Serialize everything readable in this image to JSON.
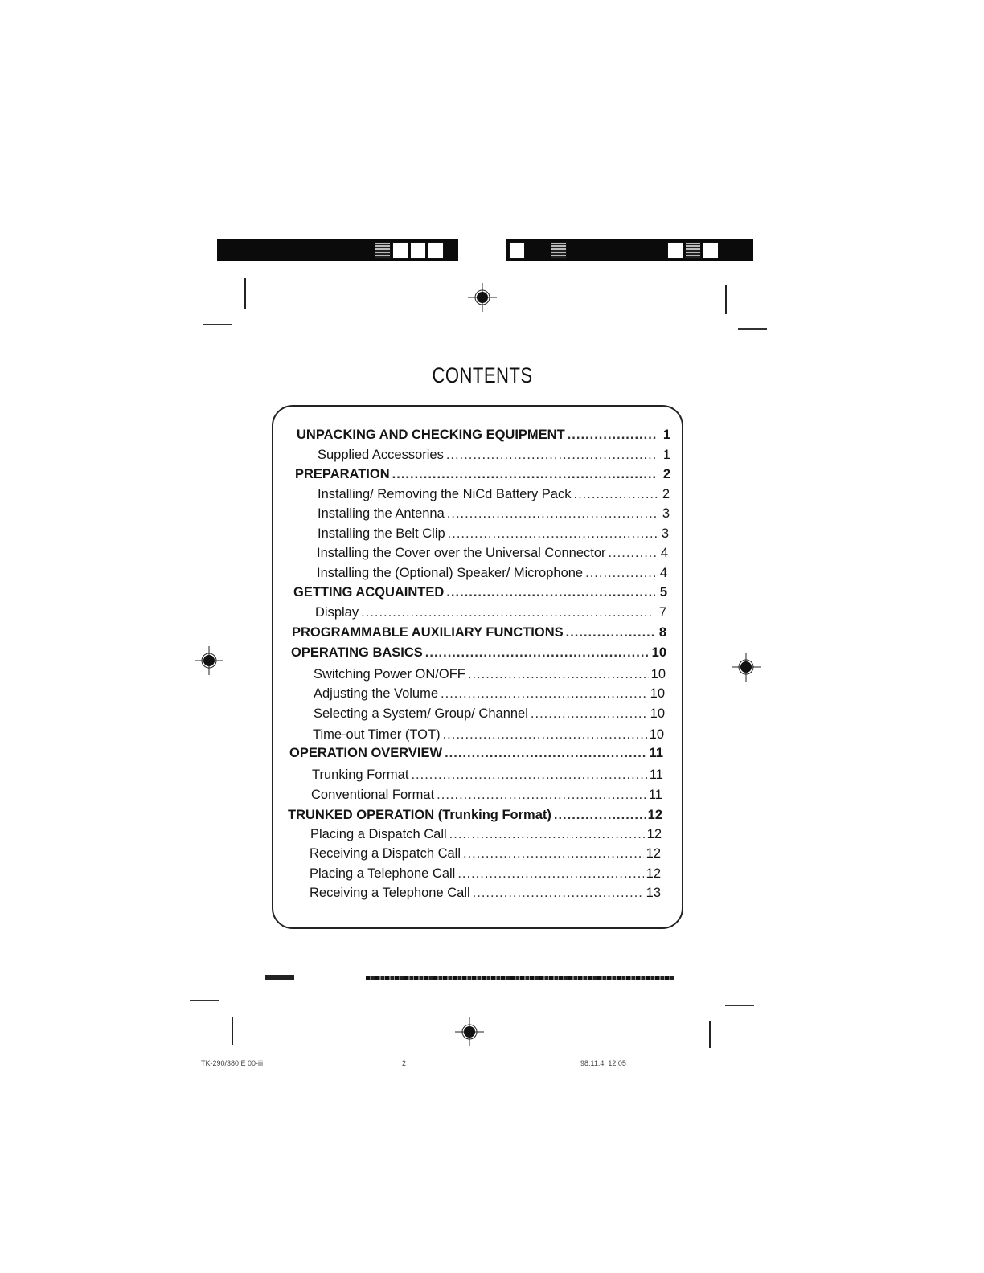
{
  "title": "CONTENTS",
  "toc": [
    {
      "label": "UNPACKING AND CHECKING EQUIPMENT",
      "page": "1",
      "level": 0
    },
    {
      "label": "Supplied Accessories",
      "page": "1",
      "level": 1
    },
    {
      "label": "PREPARATION",
      "page": "2",
      "level": 0
    },
    {
      "label": "Installing/ Removing the NiCd Battery Pack",
      "page": "2",
      "level": 1
    },
    {
      "label": "Installing the Antenna",
      "page": "3",
      "level": 1
    },
    {
      "label": "Installing the Belt Clip",
      "page": "3",
      "level": 1
    },
    {
      "label": "Installing the Cover over the Universal Connector",
      "page": "4",
      "level": 1
    },
    {
      "label": "Installing the (Optional) Speaker/ Microphone",
      "page": "4",
      "level": 1
    },
    {
      "label": "GETTING ACQUAINTED",
      "page": "5",
      "level": 0
    },
    {
      "label": "Display",
      "page": "7",
      "level": 1
    },
    {
      "label": "PROGRAMMABLE AUXILIARY FUNCTIONS",
      "page": "8",
      "level": 0
    },
    {
      "label": "OPERATING BASICS",
      "page": "10",
      "level": 0
    },
    {
      "label": "Switching Power ON/OFF",
      "page": "10",
      "level": 1
    },
    {
      "label": "Adjusting the Volume",
      "page": "10",
      "level": 1
    },
    {
      "label": "Selecting a System/ Group/ Channel",
      "page": "10",
      "level": 1
    },
    {
      "label": "Time-out Timer (TOT)",
      "page": "10",
      "level": 1
    },
    {
      "label": "OPERATION OVERVIEW",
      "page": "11",
      "level": 0
    },
    {
      "label": "Trunking Format",
      "page": "11",
      "level": 1
    },
    {
      "label": "Conventional Format",
      "page": "11",
      "level": 1
    },
    {
      "label": "TRUNKED OPERATION (Trunking Format)",
      "page": "12",
      "level": 0
    },
    {
      "label": "Placing a Dispatch Call",
      "page": "12",
      "level": 1
    },
    {
      "label": "Receiving a Dispatch Call",
      "page": "12",
      "level": 1
    },
    {
      "label": "Placing a Telephone Call",
      "page": "12",
      "level": 1
    },
    {
      "label": "Receiving a Telephone Call",
      "page": "13",
      "level": 1
    }
  ],
  "footer": {
    "file": "TK-290/380 E 00-iii",
    "page": "2",
    "timestamp": "98.11.4, 12:05"
  }
}
